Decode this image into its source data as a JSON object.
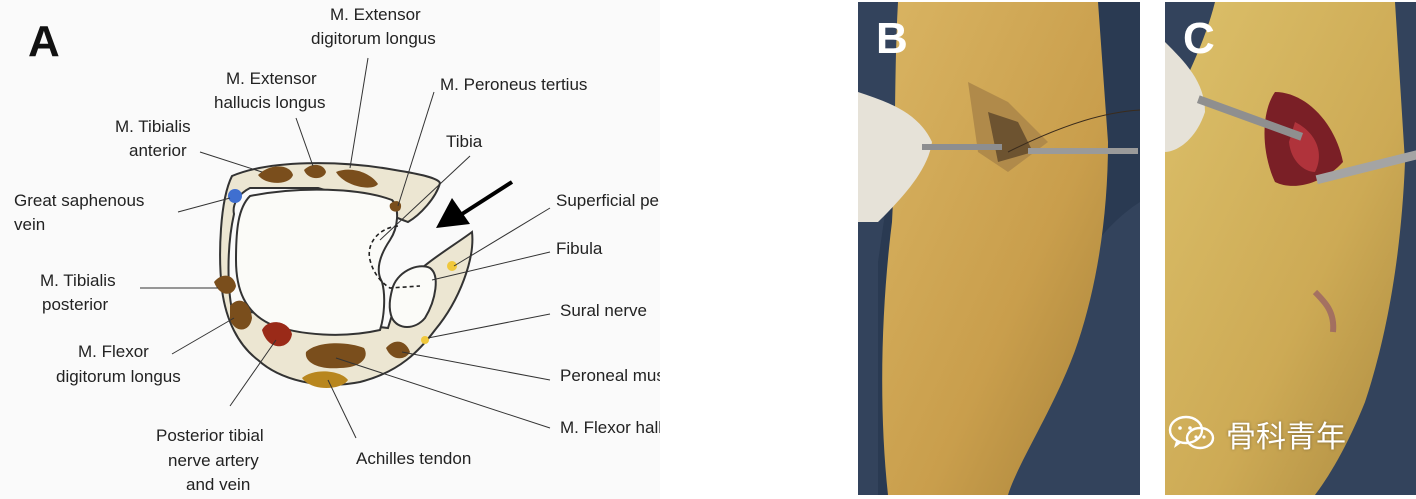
{
  "panels": {
    "a": "A",
    "b": "B",
    "c": "C"
  },
  "labels": {
    "ext_dig_1": "M. Extensor",
    "ext_dig_2": "digitorum longus",
    "ext_hal_1": "M. Extensor",
    "ext_hal_2": "hallucis longus",
    "per_tert": "M. Peroneus tertius",
    "tib_ant_1": "M. Tibialis",
    "tib_ant_2": "anterior",
    "tibia": "Tibia",
    "gsv_1": "Great saphenous",
    "gsv_2": "vein",
    "sup_per": "Superficial peroneal nerve",
    "fibula": "Fibula",
    "tib_post_1": "M. Tibialis",
    "tib_post_2": "posterior",
    "sural": "Sural nerve",
    "fdl_1": "M. Flexor",
    "fdl_2": "digitorum longus",
    "per_mus": "Peroneal muscle",
    "fhl": "M. Flexor hallucis longus",
    "ptn_1": "Posterior tibial",
    "ptn_2": "nerve artery",
    "ptn_3": "and vein",
    "achilles": "Achilles tendon"
  },
  "watermark": "骨科青年",
  "icons": {
    "arrow": "black-arrow-icon",
    "watermark": "wechat-icon"
  },
  "colors": {
    "ring_fill": "#ece6d2",
    "muscle": "#7a4e1c",
    "vein": "#3f6fd0",
    "artery": "#9a2a18",
    "nerve": "#f0c83c",
    "tendon": "#b8861e"
  }
}
